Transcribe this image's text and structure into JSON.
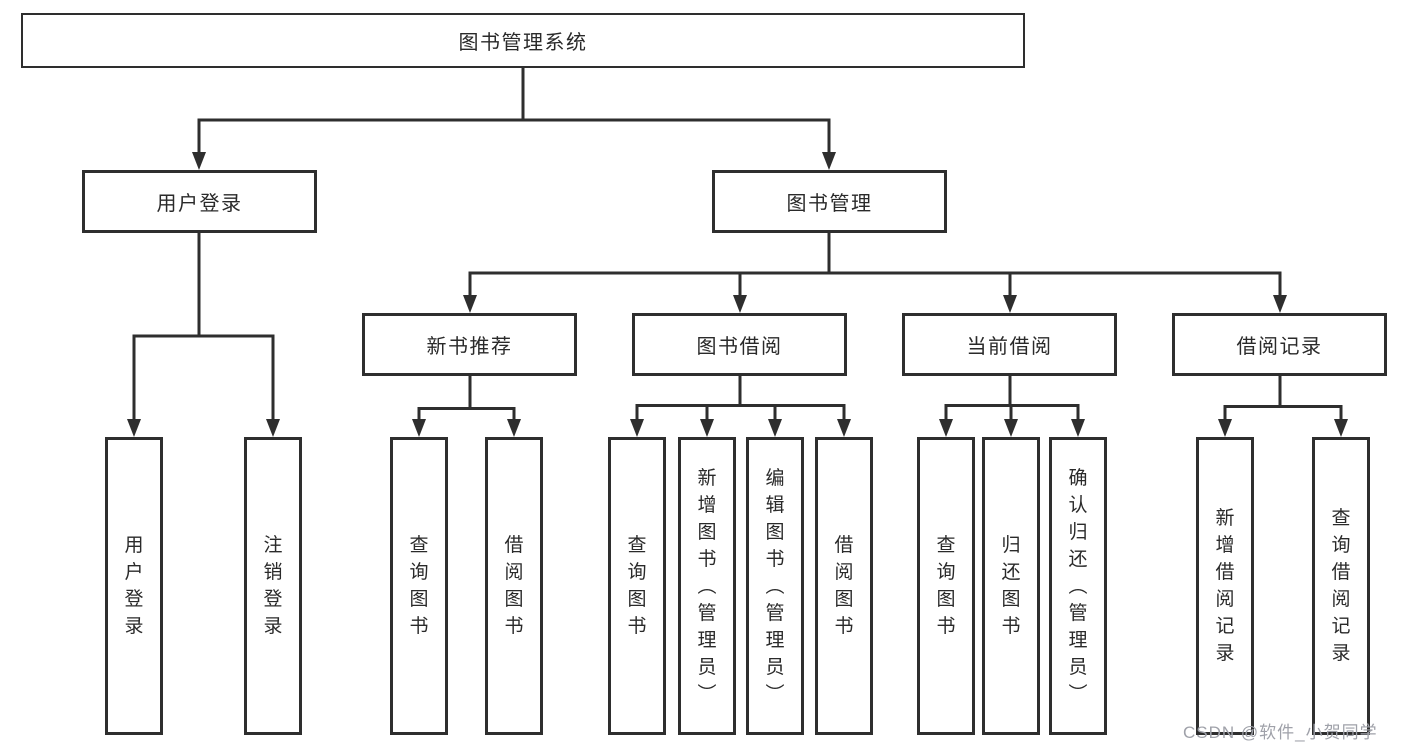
{
  "tree": {
    "label": "图书管理系统",
    "children": [
      {
        "label": "用户登录",
        "children": [
          {
            "label": "用户登录"
          },
          {
            "label": "注销登录"
          }
        ]
      },
      {
        "label": "图书管理",
        "children": [
          {
            "label": "新书推荐",
            "children": [
              {
                "label": "查询图书"
              },
              {
                "label": "借阅图书"
              }
            ]
          },
          {
            "label": "图书借阅",
            "children": [
              {
                "label": "查询图书"
              },
              {
                "label": "新增图书（管理员）"
              },
              {
                "label": "编辑图书（管理员）"
              },
              {
                "label": "借阅图书"
              }
            ]
          },
          {
            "label": "当前借阅",
            "children": [
              {
                "label": "查询图书"
              },
              {
                "label": "归还图书"
              },
              {
                "label": "确认归还（管理员）"
              }
            ]
          },
          {
            "label": "借阅记录",
            "children": [
              {
                "label": "新增借阅记录"
              },
              {
                "label": "查询借阅记录"
              }
            ]
          }
        ]
      }
    ]
  },
  "watermark": "CSDN @软件_小贺同学",
  "colors": {
    "line": "#2e2e2e",
    "box_border": "#2e2e2e",
    "text": "#2a2a2a",
    "watermark": "#9fa1a9",
    "background": "#ffffff"
  }
}
